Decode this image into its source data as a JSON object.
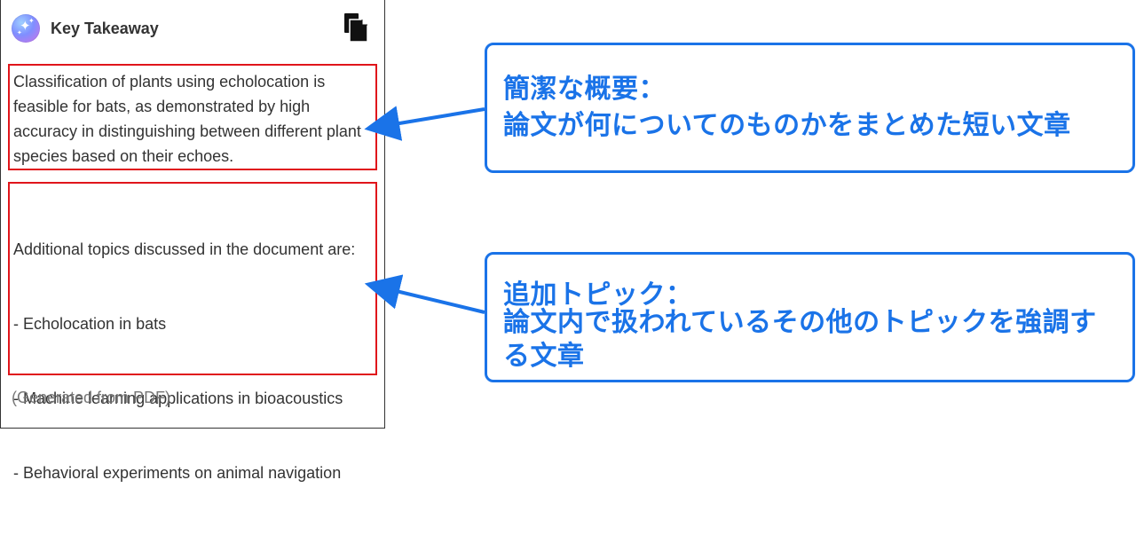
{
  "panel": {
    "title": "Key Takeaway",
    "logo_icon": "sparkle-icon",
    "copy_icon": "copy-icon",
    "summary": "Classification of plants using echolocation is feasible for bats, as demonstrated by high accuracy in distinguishing between different plant species based on their echoes.",
    "topics_intro": "Additional topics discussed in the document are:",
    "topics": [
      "- Echolocation in bats",
      "- Machine learning applications in bioacoustics",
      "- Behavioral experiments on animal navigation"
    ],
    "footnote": "(Generated from PDF)"
  },
  "annotations": {
    "summary": {
      "title": "簡潔な概要：",
      "body": "論文が何についてのものかをまとめた短い文章"
    },
    "topics": {
      "title": "追加トピック：",
      "body": "論文内で扱われているその他のトピックを強調する文章"
    }
  },
  "colors": {
    "highlight_box": "#e0151b",
    "callout": "#1a73e8",
    "text": "#333333",
    "muted": "#777777"
  }
}
